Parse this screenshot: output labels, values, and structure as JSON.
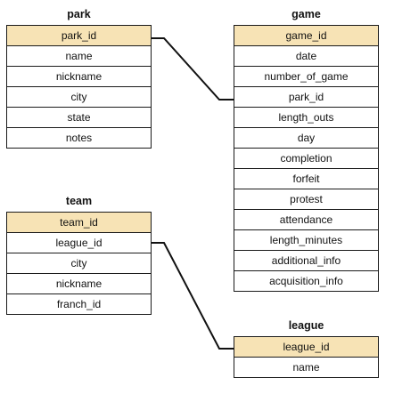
{
  "entities": {
    "park": {
      "title": "park",
      "fields": [
        "park_id",
        "name",
        "nickname",
        "city",
        "state",
        "notes"
      ]
    },
    "game": {
      "title": "game",
      "fields": [
        "game_id",
        "date",
        "number_of_game",
        "park_id",
        "length_outs",
        "day",
        "completion",
        "forfeit",
        "protest",
        "attendance",
        "length_minutes",
        "additional_info",
        "acquisition_info"
      ]
    },
    "team": {
      "title": "team",
      "fields": [
        "team_id",
        "league_id",
        "city",
        "nickname",
        "franch_id"
      ]
    },
    "league": {
      "title": "league",
      "fields": [
        "league_id",
        "name"
      ]
    }
  },
  "colors": {
    "primary_key_fill": "#f7e3b5",
    "border": "#1a1a1a",
    "connector": "#111111"
  }
}
